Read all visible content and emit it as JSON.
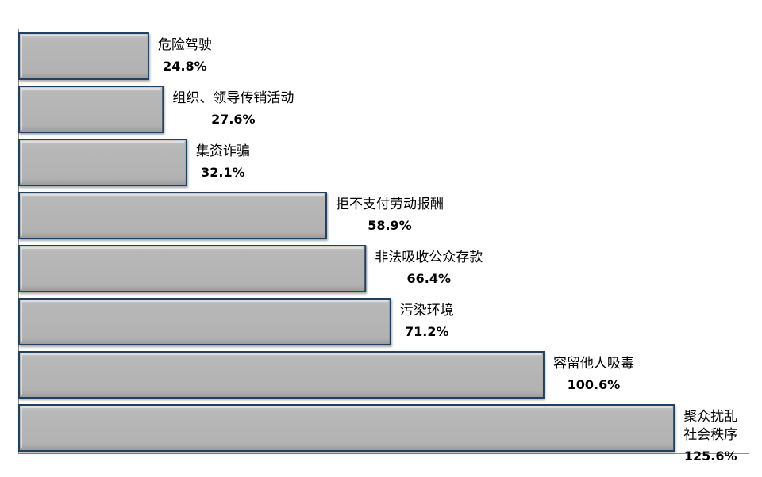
{
  "chart_data": {
    "type": "bar",
    "orientation": "horizontal",
    "title": "",
    "xlabel": "",
    "ylabel": "",
    "xlim": [
      0,
      130
    ],
    "grid": false,
    "legend": "none",
    "colors": {
      "bar_fill": "#b4b4b4",
      "bar_border": "#243f60",
      "axis": "#7f7f7f"
    },
    "bars": [
      {
        "label_lines": [
          "危险驾驶"
        ],
        "value": 24.8,
        "value_label": "24.8%"
      },
      {
        "label_lines": [
          "组织、领导传销活动"
        ],
        "value": 27.6,
        "value_label": "27.6%"
      },
      {
        "label_lines": [
          "集资诈骗"
        ],
        "value": 32.1,
        "value_label": "32.1%"
      },
      {
        "label_lines": [
          "拒不支付劳动报酬"
        ],
        "value": 58.9,
        "value_label": "58.9%"
      },
      {
        "label_lines": [
          "非法吸收公众存款"
        ],
        "value": 66.4,
        "value_label": "66.4%"
      },
      {
        "label_lines": [
          "污染环境"
        ],
        "value": 71.2,
        "value_label": "71.2%"
      },
      {
        "label_lines": [
          "容留他人吸毒"
        ],
        "value": 100.6,
        "value_label": "100.6%"
      },
      {
        "label_lines": [
          "聚众扰乱",
          "社会秩序"
        ],
        "value": 125.6,
        "value_label": "125.6%"
      }
    ]
  }
}
